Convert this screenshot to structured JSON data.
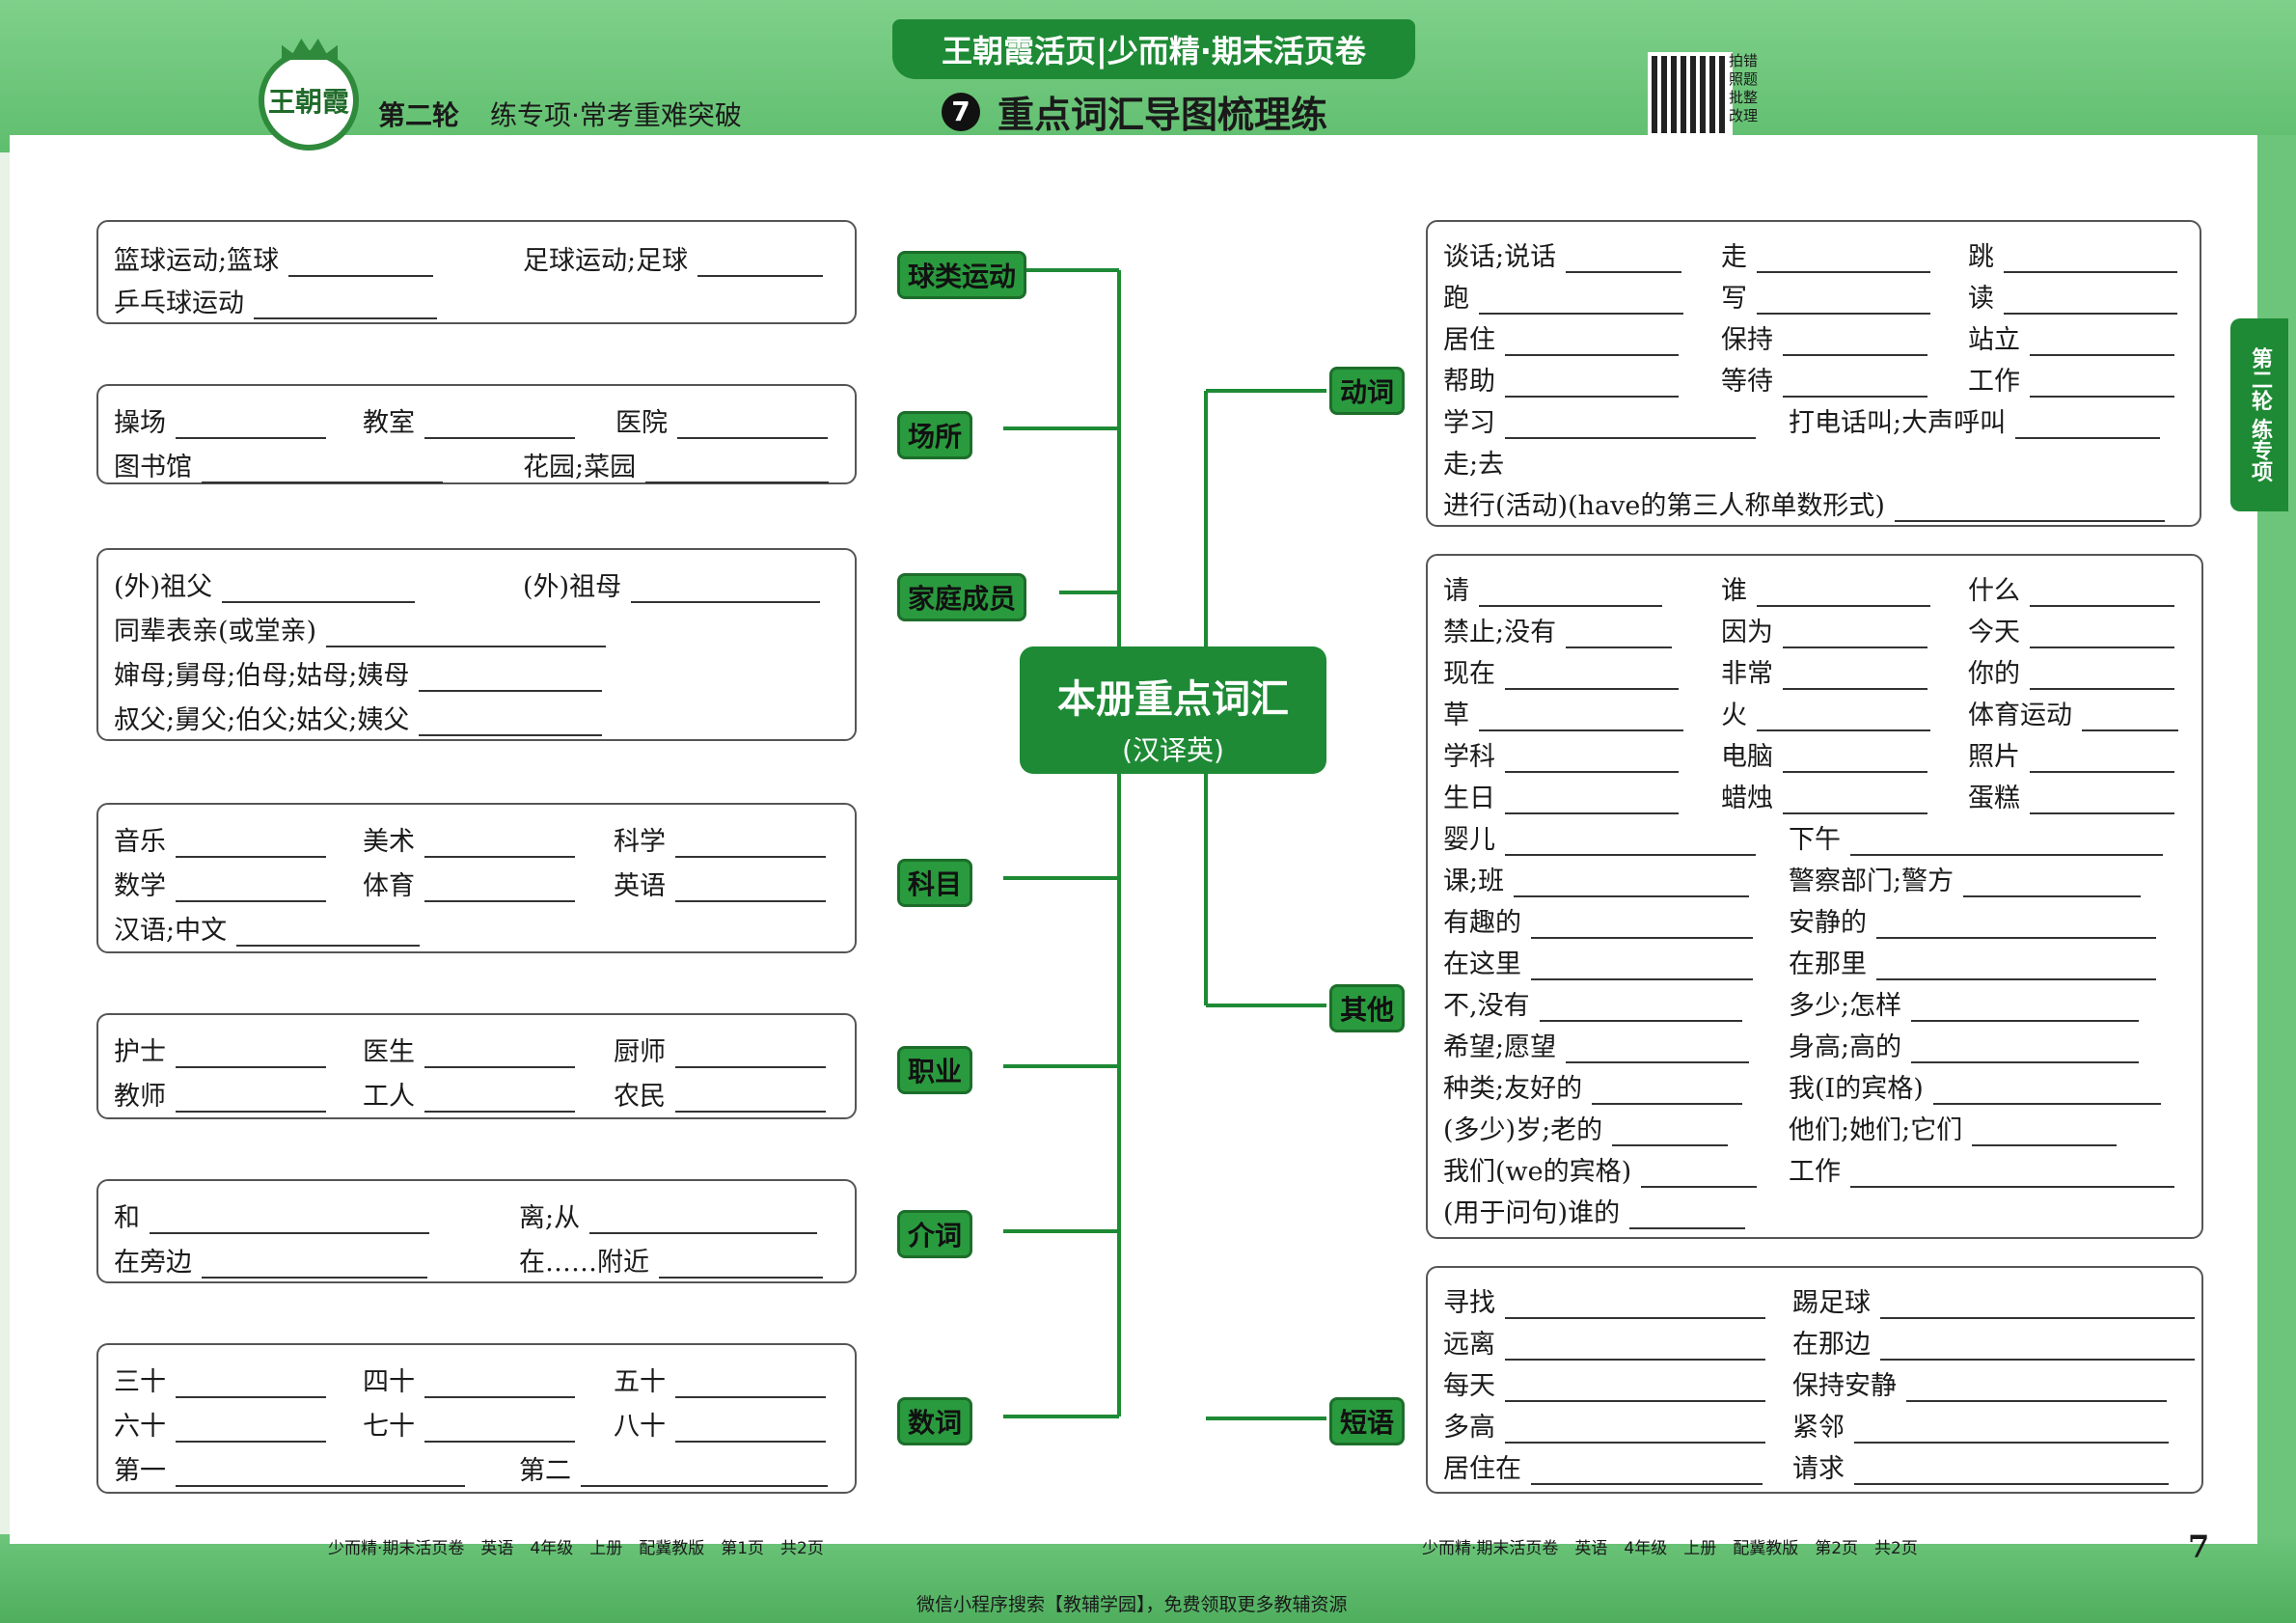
{
  "header": {
    "logo_text": "王朝霞",
    "round": "第二轮",
    "round_sub": "练专项·常考重难突破",
    "brand_tab": "王朝霞活页|少而精·期末活页卷",
    "lesson_number": "7",
    "main_title": "重点词汇导图梳理练",
    "qr_text": "拍错照题批整改理"
  },
  "side_tab": "第二轮 练专项",
  "center": {
    "title": "本册重点词汇",
    "subtitle": "(汉译英)"
  },
  "left": {
    "ball": {
      "label": "球类运动",
      "items": [
        "篮球运动;篮球",
        "足球运动;足球",
        "乒乓球运动"
      ]
    },
    "place": {
      "label": "场所",
      "items": [
        "操场",
        "教室",
        "医院",
        "图书馆",
        "花园;菜园"
      ]
    },
    "family": {
      "label": "家庭成员",
      "items": [
        "(外)祖父",
        "(外)祖母",
        "同辈表亲(或堂亲)",
        "婶母;舅母;伯母;姑母;姨母",
        "叔父;舅父;伯父;姑父;姨父"
      ]
    },
    "subject": {
      "label": "科目",
      "items": [
        "音乐",
        "美术",
        "科学",
        "数学",
        "体育",
        "英语",
        "汉语;中文"
      ]
    },
    "job": {
      "label": "职业",
      "items": [
        "护士",
        "医生",
        "厨师",
        "教师",
        "工人",
        "农民"
      ]
    },
    "prep": {
      "label": "介词",
      "items": [
        "和",
        "离;从",
        "在旁边",
        "在……附近"
      ]
    },
    "numeral": {
      "label": "数词",
      "items": [
        "三十",
        "四十",
        "五十",
        "六十",
        "七十",
        "八十",
        "第一",
        "第二"
      ]
    }
  },
  "right": {
    "verb": {
      "label": "动词",
      "items": [
        "谈话;说话",
        "走",
        "跳",
        "跑",
        "写",
        "读",
        "居住",
        "保持",
        "站立",
        "帮助",
        "等待",
        "工作",
        "学习",
        "打电话叫;大声呼叫",
        "走;去",
        "进行(活动)(have的第三人称单数形式)"
      ]
    },
    "other": {
      "label": "其他",
      "items": [
        "请",
        "谁",
        "什么",
        "禁止;没有",
        "因为",
        "今天",
        "现在",
        "非常",
        "你的",
        "草",
        "火",
        "体育运动",
        "学科",
        "电脑",
        "照片",
        "生日",
        "蜡烛",
        "蛋糕",
        "婴儿",
        "下午",
        "课;班",
        "警察部门;警方",
        "有趣的",
        "安静的",
        "在这里",
        "在那里",
        "不,没有",
        "多少;怎样",
        "希望;愿望",
        "身高;高的",
        "种类;友好的",
        "我(I的宾格)",
        "(多少)岁;老的",
        "他们;她们;它们",
        "我们(we的宾格)",
        "工作",
        "(用于问句)谁的"
      ]
    },
    "phrase": {
      "label": "短语",
      "items": [
        "寻找",
        "踢足球",
        "远离",
        "在那边",
        "每天",
        "保持安静",
        "多高",
        "紧邻",
        "居住在",
        "请求"
      ]
    }
  },
  "footer": {
    "left": "少而精·期末活页卷　英语　4年级　上册　配冀教版　第1页　共2页",
    "right": "少而精·期末活页卷　英语　4年级　上册　配冀教版　第2页　共2页",
    "page_number": "7",
    "wechat": "微信小程序搜索【教辅学园】，免费领取更多教辅资源"
  }
}
